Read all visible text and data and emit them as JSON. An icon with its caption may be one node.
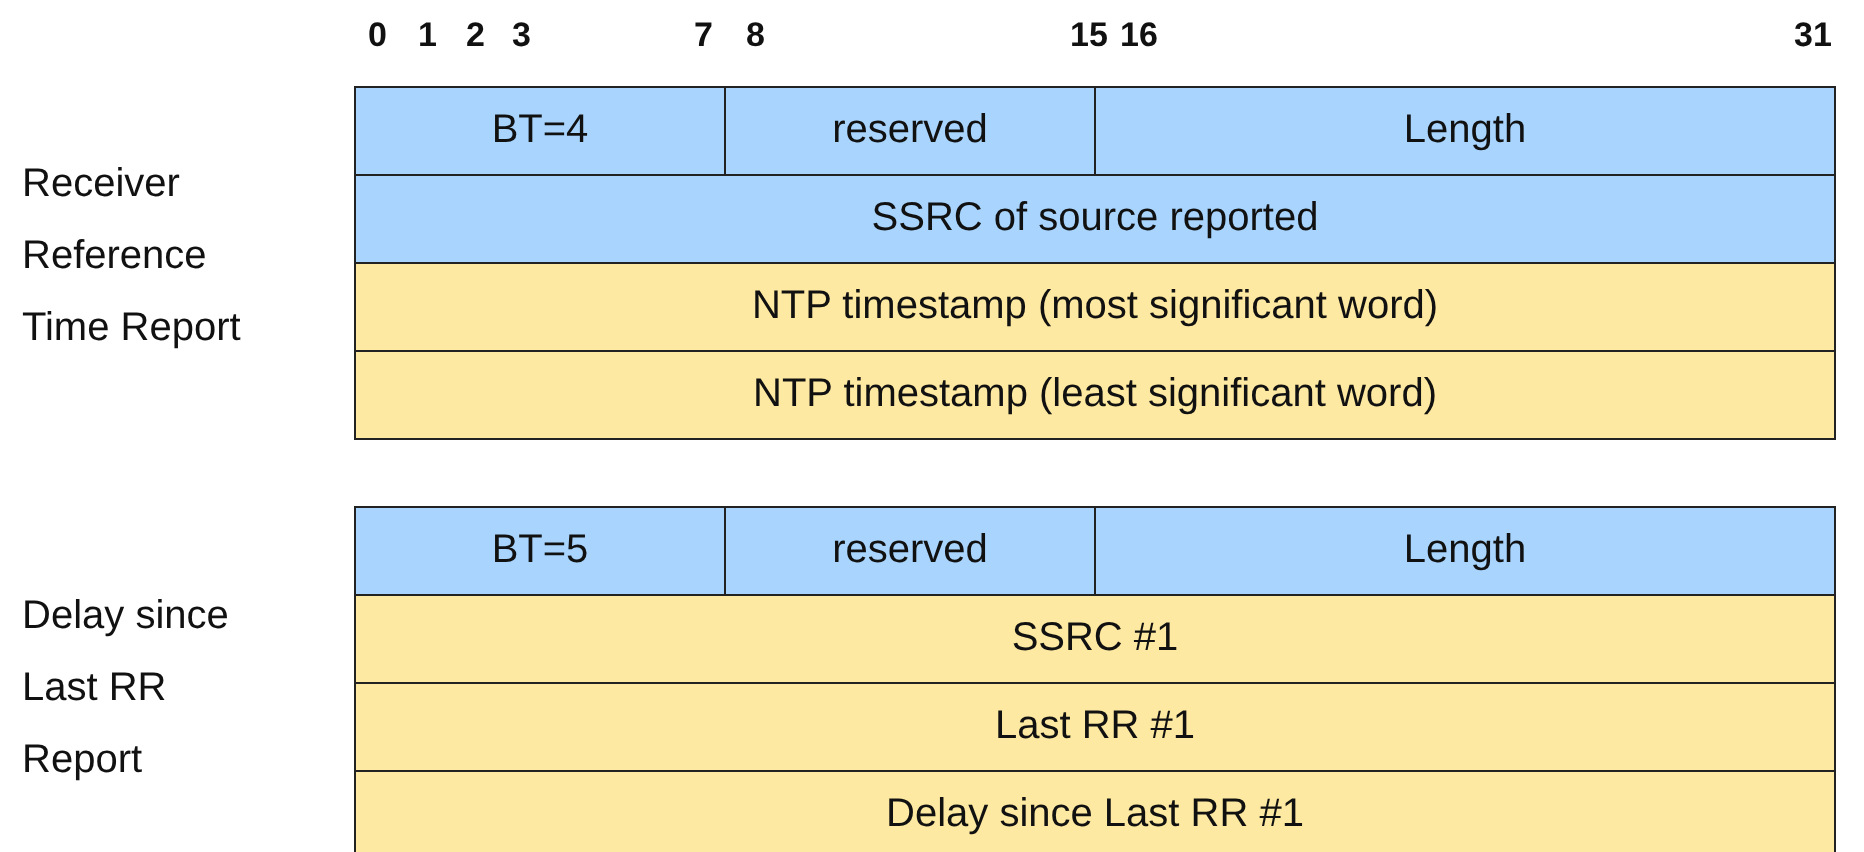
{
  "diagram": {
    "nodes": [
      {
        "text": [
          "BT=4"
        ]
      },
      {
        "text": [
          "reserved"
        ]
      },
      {
        "text": [
          "Length"
        ]
      },
      {
        "text": [
          "SSRC of source reported"
        ]
      },
      {
        "text": [
          "NTP timestamp (most significant word)"
        ]
      },
      {
        "text": [
          "NTP timestamp (least significant word)"
        ]
      },
      {
        "text": [
          "BT=5"
        ]
      },
      {
        "text": [
          "reserved"
        ]
      },
      {
        "text": [
          "Length"
        ]
      },
      {
        "text": [
          "SSRC #1"
        ]
      },
      {
        "text": [
          "Last RR #1"
        ]
      },
      {
        "text": [
          "Delay since Last RR #1"
        ]
      }
    ],
    "labels": [
      "0",
      "1",
      "2",
      "3",
      "7",
      "8",
      "15",
      "16",
      "31",
      "Receiver Reference Time Report",
      "Delay since Last RR Report"
    ]
  }
}
